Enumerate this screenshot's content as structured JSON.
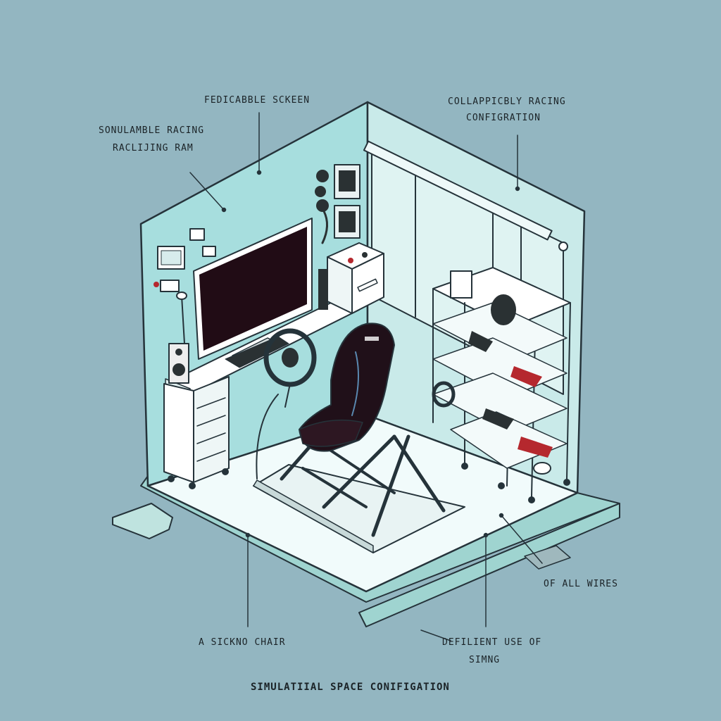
{
  "labels": {
    "screen": "FEDICABBLE SCKEEN",
    "racing_ram_line1": "SONULAMBLE RACING",
    "racing_ram_line2": "RACLIJING RAM",
    "collapsible_line1": "COLLAPPICBLY RACING",
    "collapsible_line2": "CONFIGRATION",
    "wires": "OF ALL WIRES",
    "chair": "A SICKNO CHAIR",
    "efficient_line1": "DEFILIENT USE OF",
    "efficient_line2": "SIMNG",
    "title": "SIMULATIIAL SPACE CONIFIGATION"
  },
  "colors": {
    "background": "#93b6c1",
    "wall": "#a7dede",
    "floor": "#f1fbfb",
    "outline": "#25333a",
    "seat": "#201019",
    "accent_red": "#b5282e"
  }
}
